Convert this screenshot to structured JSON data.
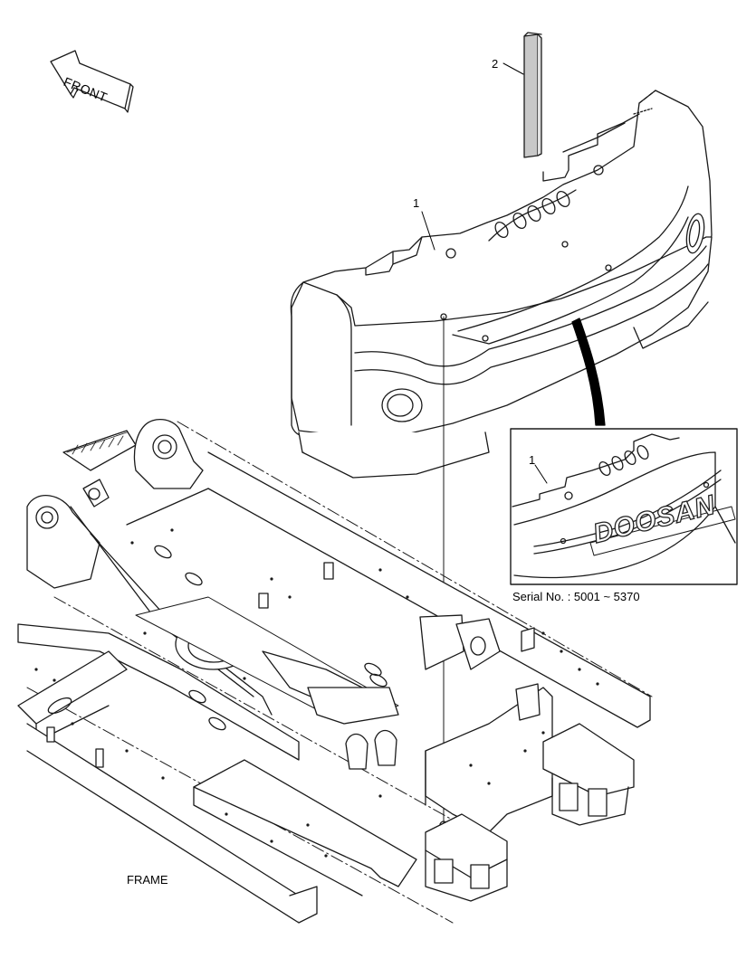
{
  "direction_arrow": {
    "label": "FRONT"
  },
  "callouts": {
    "counterweight": "1",
    "decal_strip": "2",
    "inset_counterweight": "1"
  },
  "inset": {
    "brand_text": "DOOSAN",
    "serial_caption": "Serial No. : 5001 ~ 5370"
  },
  "frame_caption": "FRAME",
  "colors": {
    "line": "#1a1a1a",
    "decal_fill": "#c8c8c8",
    "leader": "#000000"
  }
}
